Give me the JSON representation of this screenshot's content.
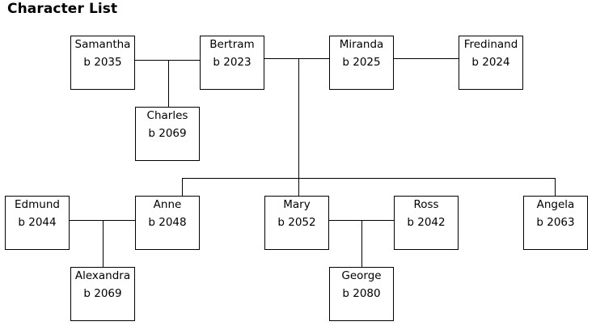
{
  "title": "Character List",
  "people": {
    "samantha": {
      "name": "Samantha",
      "birth": "b 2035"
    },
    "bertram": {
      "name": "Bertram",
      "birth": "b 2023"
    },
    "miranda": {
      "name": "Miranda",
      "birth": "b 2025"
    },
    "fredinand": {
      "name": "Fredinand",
      "birth": "b 2024"
    },
    "charles": {
      "name": "Charles",
      "birth": "b 2069"
    },
    "edmund": {
      "name": "Edmund",
      "birth": "b 2044"
    },
    "anne": {
      "name": "Anne",
      "birth": "b 2048"
    },
    "mary": {
      "name": "Mary",
      "birth": "b 2052"
    },
    "ross": {
      "name": "Ross",
      "birth": "b 2042"
    },
    "angela": {
      "name": "Angela",
      "birth": "b 2063"
    },
    "alexandra": {
      "name": "Alexandra",
      "birth": "b 2069"
    },
    "george": {
      "name": "George",
      "birth": "b 2080"
    }
  }
}
